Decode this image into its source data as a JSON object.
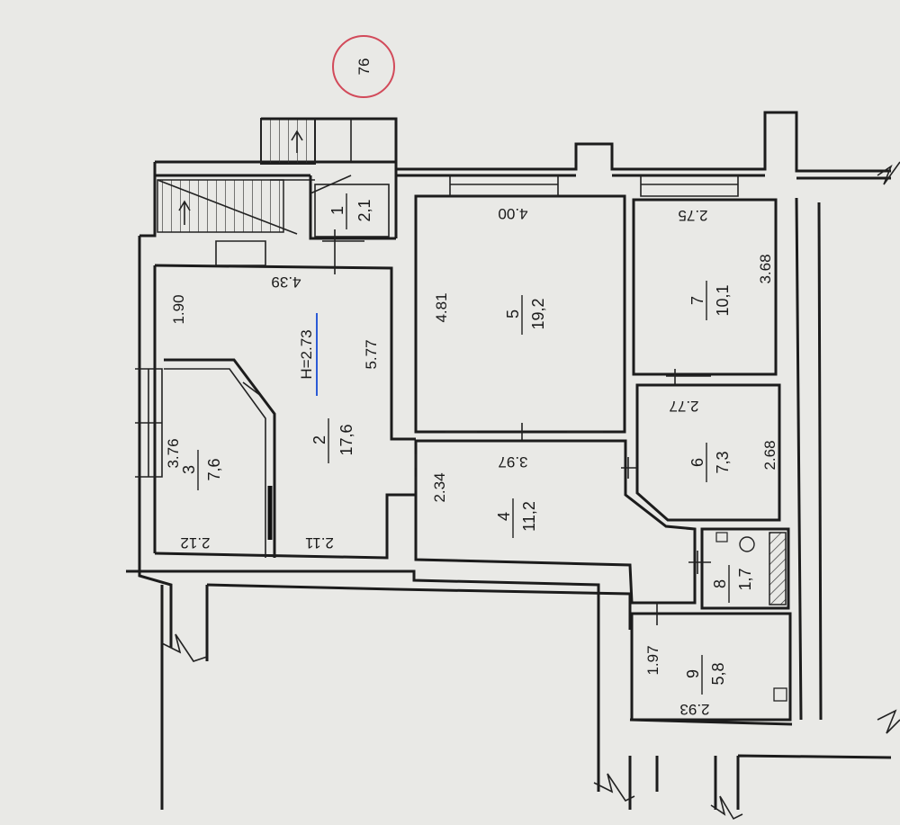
{
  "page_number": "76",
  "height_label": "H=2.73",
  "rooms": [
    {
      "number": "1",
      "area": "2,1"
    },
    {
      "number": "2",
      "area": "17,6"
    },
    {
      "number": "3",
      "area": "7,6"
    },
    {
      "number": "4",
      "area": "11,2"
    },
    {
      "number": "5",
      "area": "19,2"
    },
    {
      "number": "6",
      "area": "7,3"
    },
    {
      "number": "7",
      "area": "10,1"
    },
    {
      "number": "8",
      "area": "1,7"
    },
    {
      "number": "9",
      "area": "5,8"
    }
  ],
  "dimensions": {
    "r2_top": "4.39",
    "r2_left": "1.90",
    "r2_right": "5.77",
    "r2_bottom": "2.11",
    "r3_left": "3.76",
    "r3_bottom": "2.12",
    "r4_top": "3.97",
    "r4_left": "2.34",
    "r5_top": "4.00",
    "r5_left": "4.81",
    "r6_top": "2.77",
    "r6_right": "2.68",
    "r7_top": "2.75",
    "r7_right": "3.68",
    "r9_left": "1.97",
    "r9_bottom": "2.93"
  }
}
